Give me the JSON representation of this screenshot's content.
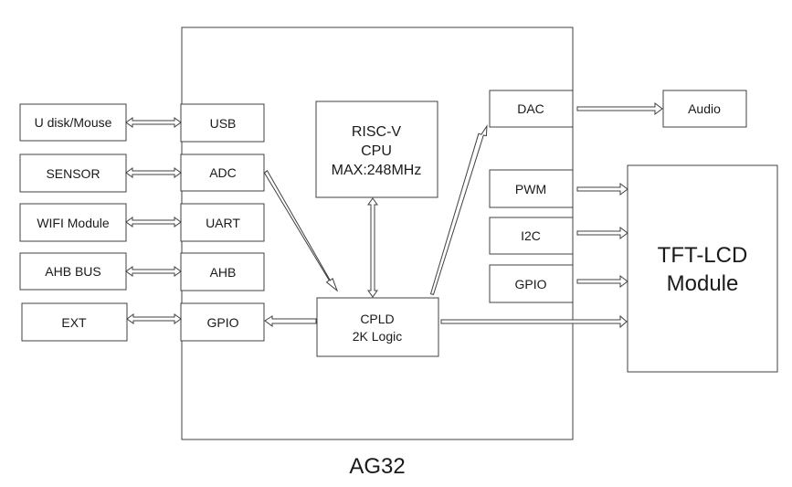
{
  "chip": {
    "name": "AG32"
  },
  "external": {
    "udisk": "U disk/Mouse",
    "sensor": "SENSOR",
    "wifi": "WIFI Module",
    "ahb_bus": "AHB BUS",
    "ext": "EXT"
  },
  "ports_left": {
    "usb": "USB",
    "adc": "ADC",
    "uart": "UART",
    "ahb": "AHB",
    "gpio": "GPIO"
  },
  "cpu": {
    "line1": "RISC-V",
    "line2": "CPU",
    "line3": "MAX:248MHz"
  },
  "cpld": {
    "line1": "CPLD",
    "line2": "2K Logic"
  },
  "ports_right": {
    "dac": "DAC",
    "pwm": "PWM",
    "i2c": "I2C",
    "gpio": "GPIO"
  },
  "outputs": {
    "audio": "Audio",
    "tft_line1": "TFT-LCD",
    "tft_line2": "Module"
  }
}
